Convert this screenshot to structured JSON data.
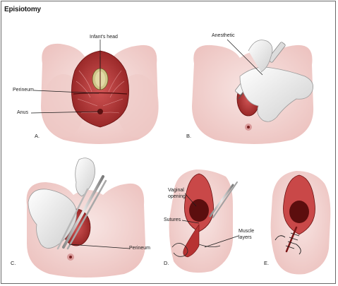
{
  "title": "Episiotomy",
  "panels": {
    "a": {
      "letter": "A.",
      "labels": {
        "infants_head": "Infant's head",
        "perineum": "Perineum",
        "anus": "Anus"
      }
    },
    "b": {
      "letter": "B.",
      "labels": {
        "anesthetic": "Anesthetic"
      }
    },
    "c": {
      "letter": "C.",
      "labels": {
        "perineum": "Perineum"
      }
    },
    "d": {
      "letter": "D.",
      "labels": {
        "vaginal_opening_1": "Vaginal",
        "vaginal_opening_2": "opening",
        "sutures": "Sutures",
        "muscle_layers_1": "Muscle",
        "muscle_layers_2": "layers"
      }
    },
    "e": {
      "letter": "E."
    }
  },
  "colors": {
    "skin": "#f3d6d3",
    "skin_shadow": "#e7b9b6",
    "tissue": "#b73232",
    "tissue_dark": "#7a1616",
    "glove": "#eeeeee"
  }
}
